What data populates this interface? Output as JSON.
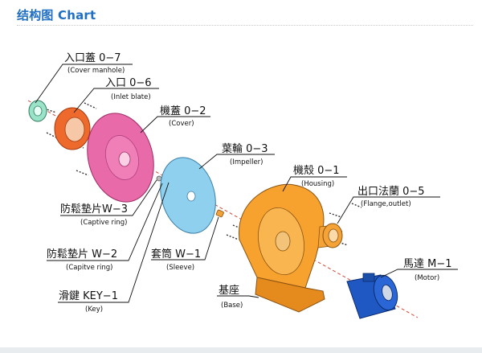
{
  "page": {
    "title": "结构图 Chart"
  },
  "labels": {
    "cover_manhole": {
      "name": "入口蓋 0−7",
      "sub": "(Cover manhole)"
    },
    "inlet_plate": {
      "name": "入口 0−6",
      "sub": "(Inlet blate)"
    },
    "cover": {
      "name": "機蓋 0−2",
      "sub": "(Cover)"
    },
    "impeller": {
      "name": "葉輪 0−3",
      "sub": "(Impeller)"
    },
    "housing": {
      "name": "機殼 0−1",
      "sub": "(Housing)"
    },
    "flange_outlet": {
      "name": "出口法蘭 0−5",
      "sub": "(Flange,outlet)"
    },
    "captive_ring_3": {
      "name": "防鬆墊片W−3",
      "sub": "(Captive ring)"
    },
    "captive_ring_2": {
      "name": "防鬆墊片 W−2",
      "sub": "(Capitve ring)"
    },
    "sleeve": {
      "name": "套筒 W−1",
      "sub": "(Sleeve)"
    },
    "key": {
      "name": "滑鍵 KEY−1",
      "sub": "(Key)"
    },
    "base": {
      "name": "基座",
      "sub": "(Base)"
    },
    "motor": {
      "name": "馬達 M−1",
      "sub": "(Motor)"
    }
  },
  "colors": {
    "title_blue": "#1f6fc4",
    "cover_manhole": "#9be3c8",
    "inlet_plate": "#ee6a2c",
    "cover": "#e86aa8",
    "impeller": "#8fd0ef",
    "housing": "#f7a12e",
    "flange_outlet": "#f5a236",
    "motor": "#1f57c3",
    "axis_line": "#d04a3a"
  }
}
